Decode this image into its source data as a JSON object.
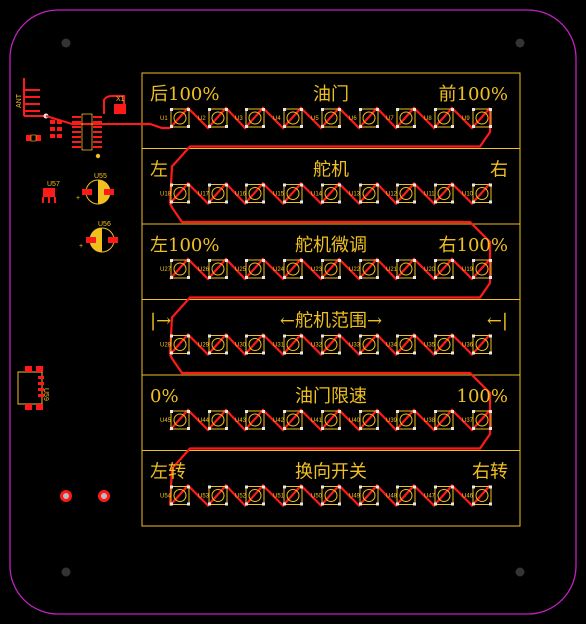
{
  "board": {
    "colors": {
      "background": "#000000",
      "outline": "#c020c0",
      "silkscreen": "#f0c020",
      "copper": "#ff1a1a",
      "pad": "#e8e8e8",
      "hole": "#333333"
    },
    "left_components": {
      "antenna_label": "ANT",
      "crystal_label": "X1",
      "ic_u57": "U57",
      "ic_u55": "U55",
      "ic_u56": "U56",
      "connector_u59": "U59"
    },
    "rows": [
      {
        "left": "后100%",
        "center": "油门",
        "right": "前100%",
        "refs": [
          "U1",
          "U2",
          "U3",
          "U4",
          "U5",
          "U6",
          "U7",
          "U8",
          "U9"
        ]
      },
      {
        "left": "左",
        "center": "舵机",
        "right": "右",
        "refs": [
          "U18",
          "U17",
          "U16",
          "U15",
          "U14",
          "U13",
          "U12",
          "U11",
          "U10"
        ]
      },
      {
        "left": "左100%",
        "center": "舵机微调",
        "right": "右100%",
        "refs": [
          "U27",
          "U26",
          "U25",
          "U24",
          "U23",
          "U22",
          "U21",
          "U20",
          "U19"
        ]
      },
      {
        "left": "|→",
        "center": "←舵机范围→",
        "right": "←|",
        "refs": [
          "U28",
          "U29",
          "U30",
          "U31",
          "U32",
          "U33",
          "U34",
          "U35",
          "U36"
        ]
      },
      {
        "left": "0%",
        "center": "油门限速",
        "right": "100%",
        "refs": [
          "U45",
          "U44",
          "U43",
          "U42",
          "U41",
          "U40",
          "U39",
          "U38",
          "U37"
        ]
      },
      {
        "left": "左转",
        "center": "换向开关",
        "right": "右转",
        "refs": [
          "U54",
          "U53",
          "U52",
          "U51",
          "U50",
          "U49",
          "U48",
          "U47",
          "U46"
        ]
      }
    ]
  }
}
